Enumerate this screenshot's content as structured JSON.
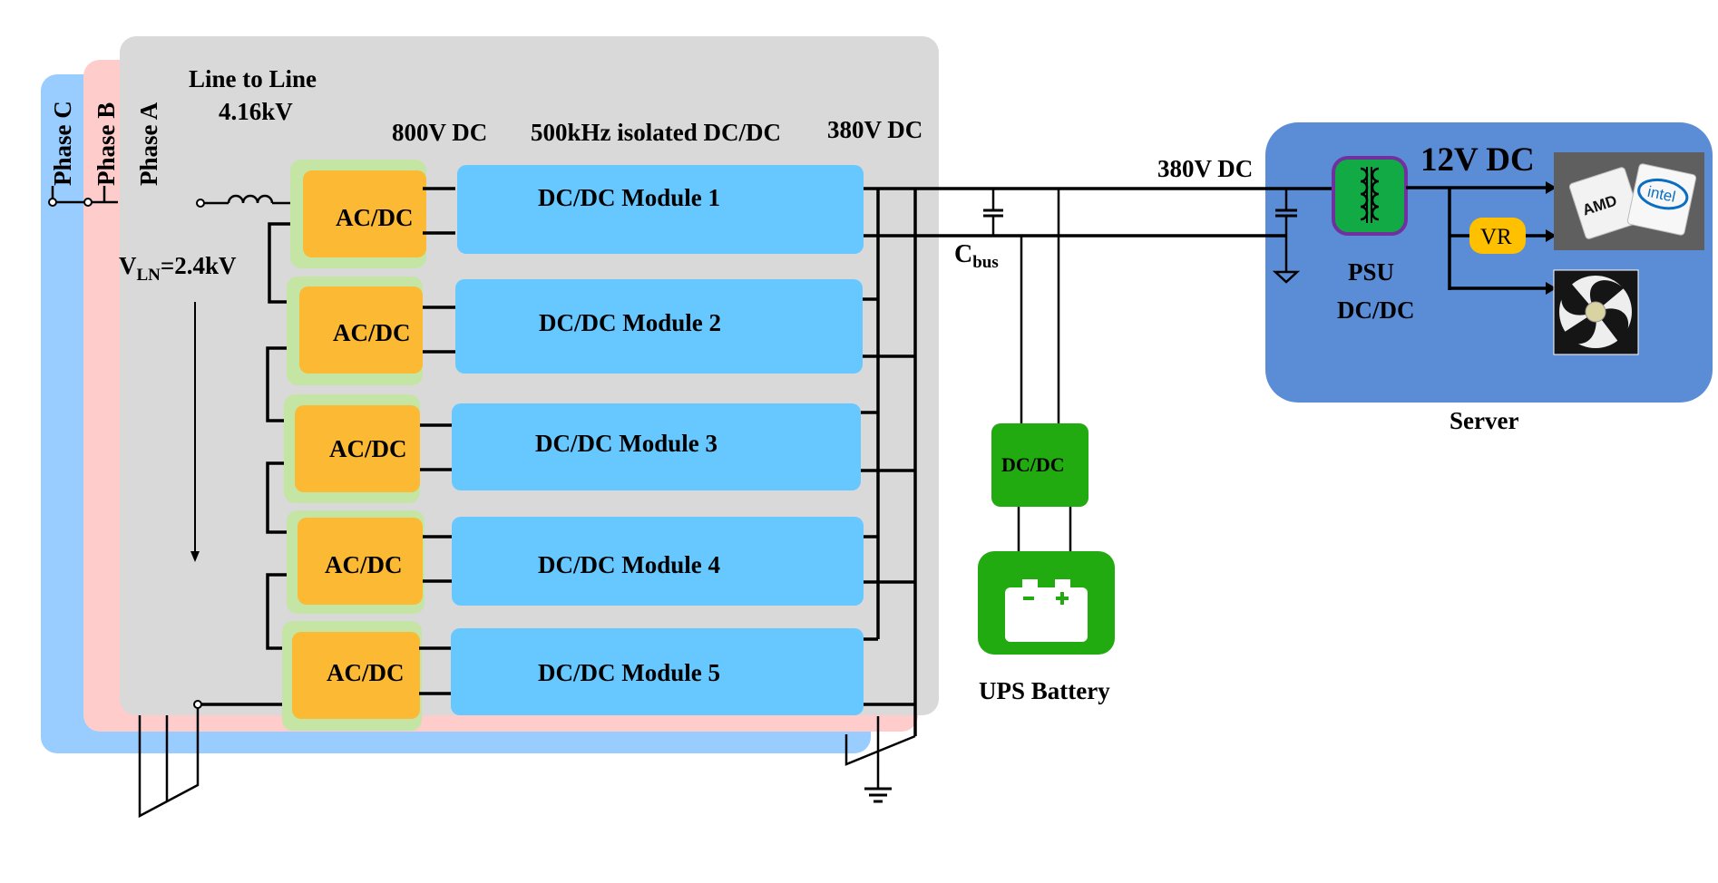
{
  "phases": [
    {
      "label": "Phase C",
      "color": "#99ccff"
    },
    {
      "label": "Phase B",
      "color": "#ffcccc"
    },
    {
      "label": "Phase A",
      "color": "#d9d9d9"
    }
  ],
  "labels": {
    "line_to_line": "Line to Line",
    "line_voltage": "4.16kV",
    "vln_main": "V",
    "vln_sub": "LN",
    "vln_value": "=2.4kV",
    "dc800": "800V DC",
    "isolated": "500kHz isolated DC/DC",
    "dc380_inner": "380V DC",
    "dc380_outer": "380V DC",
    "cbus_main": "C",
    "cbus_sub": "bus",
    "ups_dcdc": "DC/DC",
    "ups_battery": "UPS Battery",
    "dc12": "12V DC",
    "vr": "VR",
    "psu_line1": "PSU",
    "psu_line2": "DC/DC",
    "server": "Server",
    "amd": "AMD",
    "intel": "intel"
  },
  "acdc_label": "AC/DC",
  "modules": [
    {
      "label": "DC/DC Module 1"
    },
    {
      "label": "DC/DC Module 2"
    },
    {
      "label": "DC/DC Module 3"
    },
    {
      "label": "DC/DC Module 4"
    },
    {
      "label": "DC/DC Module 5"
    }
  ],
  "colors": {
    "acdc_fill": "#fbb934",
    "acdc_halo": "#c5e5a5",
    "module_fill": "#66c8ff",
    "ups_green": "#22aa11",
    "server_blue": "#5b8dd6",
    "psu_green": "#11aa44",
    "psu_border": "#7030a0",
    "vr_fill": "#ffc000"
  }
}
